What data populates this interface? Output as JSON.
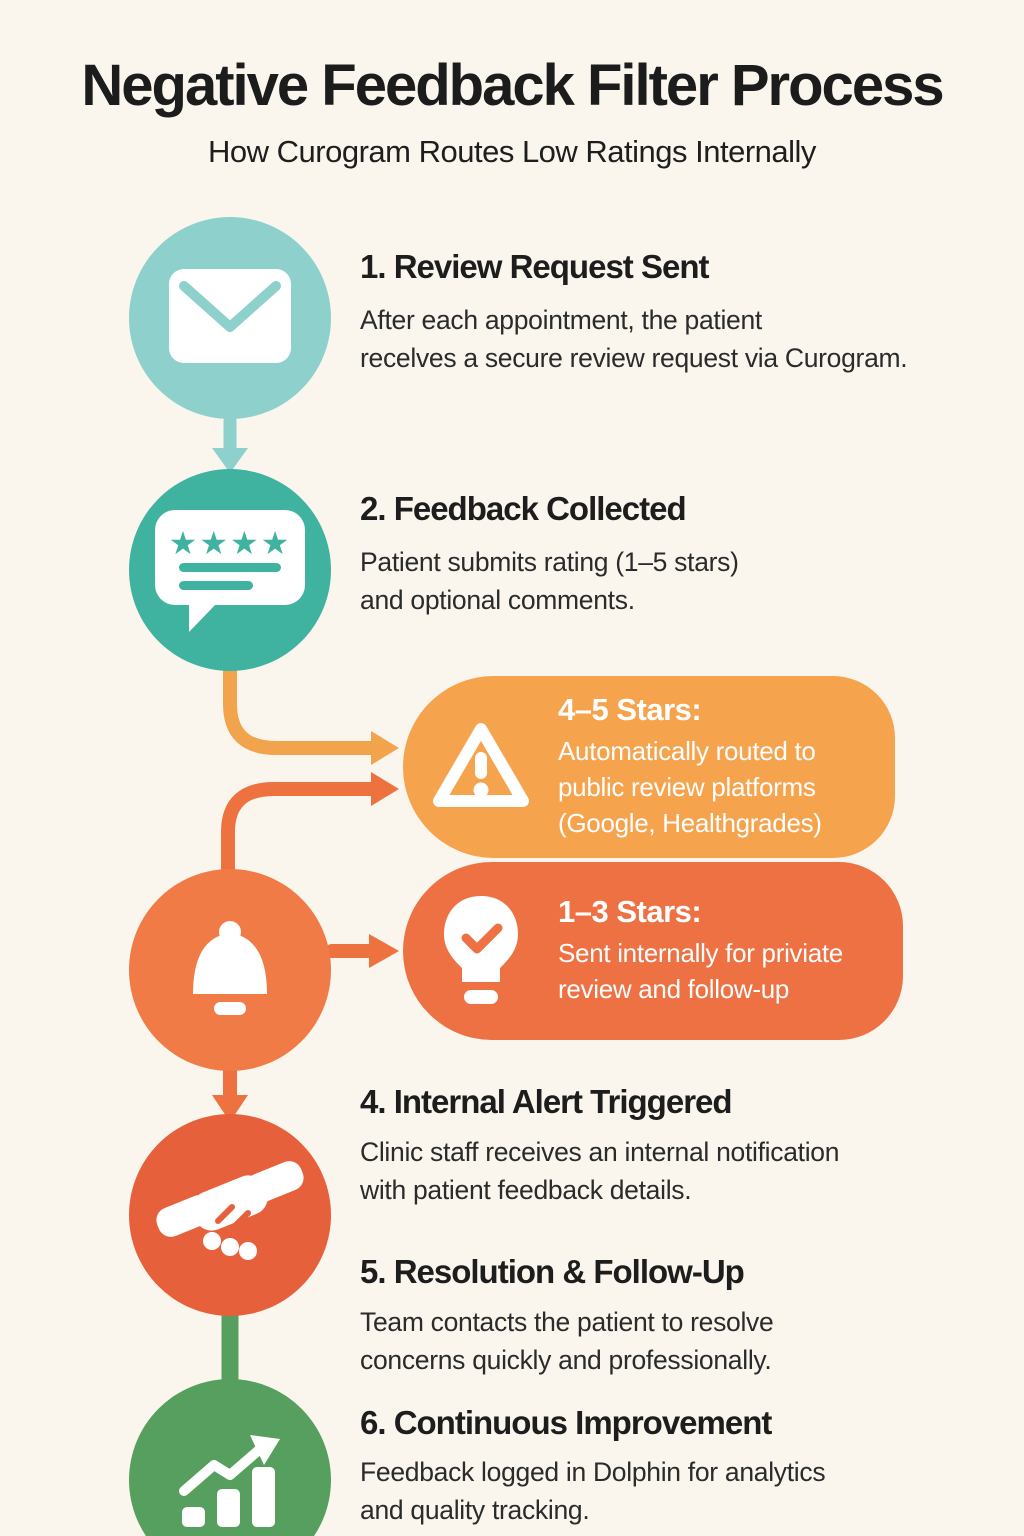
{
  "header": {
    "title": "Negative Feedback Filter Process",
    "subtitle": "How Curogram Routes Low Ratings Internally"
  },
  "steps": [
    {
      "title": "1. Review Request Sent",
      "body": "After each appointment, the patient\nrecelves a secure review request via Curogram.",
      "icon": "envelope-icon",
      "node_color": "#8ED0CB"
    },
    {
      "title": "2. Feedback Collected",
      "body": "Patient submits rating (1–5 stars)\nand optional comments.",
      "icon": "chat-stars-icon",
      "node_color": "#3FB2A0"
    },
    {
      "title": "4. Internal Alert Triggered",
      "body": "Clinic staff receives an internal notification\nwith patient feedback details.",
      "icon": "bell-icon",
      "node_color": "#F07B46"
    },
    {
      "title": "5. Resolution & Follow-Up",
      "body": "Team contacts the patient to resolve\nconcerns quickly and professionally.",
      "icon": "handshake-icon",
      "node_color": "#E7603C"
    },
    {
      "title": "6. Continuous Improvement",
      "body": "Feedback logged in Dolphin for analytics\nand quality tracking.",
      "icon": "bar-chart-icon",
      "node_color": "#579F5F"
    }
  ],
  "branches": [
    {
      "heading": "4–5 Stars:",
      "body": "Automatically routed to\npublic review platforms\n(Google, Healthgrades)",
      "icon": "warning-triangle-icon",
      "bg": "#F5A34C"
    },
    {
      "heading": "1–3 Stars:",
      "body": "Sent internally for priviate\nreview and follow-up",
      "icon": "lightbulb-check-icon",
      "bg": "#EE7143"
    }
  ],
  "colors": {
    "background": "#FAF6EE",
    "title_text": "#1C1C1C",
    "body_text": "#2B2B2B",
    "connector_teal": "#8ED0CB",
    "connector_amber": "#F2A44D",
    "connector_orange": "#EE7140",
    "connector_green": "#579F5F"
  }
}
